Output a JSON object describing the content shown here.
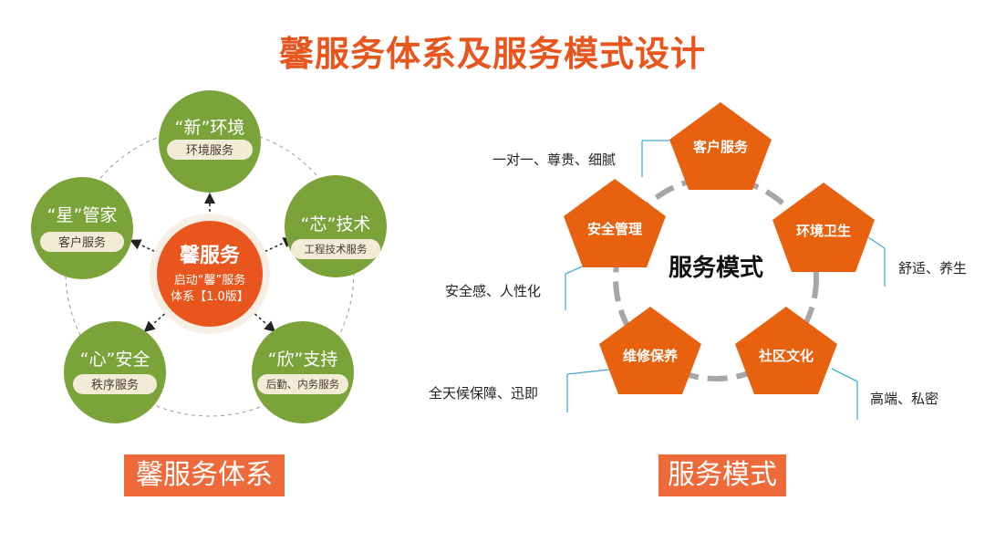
{
  "title": "馨服务体系及服务模式设计",
  "left": {
    "center": {
      "title": "馨服务",
      "line1": "启动“馨”服务",
      "line2": "体系【1.0版】"
    },
    "nodes": [
      {
        "title": "“新”环境",
        "pill": "环境服务"
      },
      {
        "title": "“芯”技术",
        "pill": "工程技术服务"
      },
      {
        "title": "“欣”支持",
        "pill": "后勤、内务服务"
      },
      {
        "title": "“心”安全",
        "pill": "秩序服务"
      },
      {
        "title": "“星”管家",
        "pill": "客户服务"
      }
    ],
    "caption": "馨服务体系"
  },
  "right": {
    "center": "服务模式",
    "pentagons": [
      {
        "label": "客户服务",
        "callout": "一对一、尊贵、细腻"
      },
      {
        "label": "环境卫生",
        "callout": "舒适、养生"
      },
      {
        "label": "社区文化",
        "callout": "高端、私密"
      },
      {
        "label": "维修保养",
        "callout": "全天候保障、迅即"
      },
      {
        "label": "安全管理",
        "callout": "安全感、人性化"
      }
    ],
    "caption": "服务模式"
  },
  "colors": {
    "accent": "#e8561e",
    "green": "#7aa33a",
    "pill": "#f2ebd6",
    "pentagon": "#e8610f",
    "callout_line": "#4aa9d8",
    "ring": "#a6a6a6"
  }
}
